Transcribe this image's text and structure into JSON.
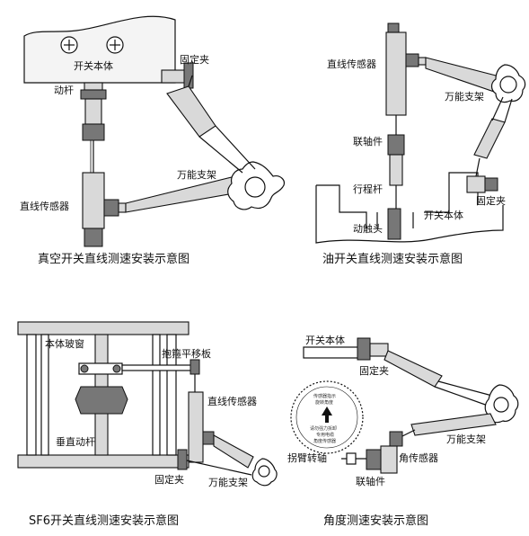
{
  "panels": {
    "vacuum": {
      "caption": "真空开关直线测速安装示意图",
      "labels": {
        "switch_body": "开关本体",
        "fixing_clamp": "固定夹",
        "moving_rod": "动杆",
        "universal_bracket": "万能支架",
        "linear_sensor": "直线传感器"
      }
    },
    "oil": {
      "caption": "油开关直线测速安装示意图",
      "labels": {
        "linear_sensor": "直线传感器",
        "universal_bracket": "万能支架",
        "coupling": "联轴件",
        "stroke_rod": "行程杆",
        "fixing_clamp": "固定夹",
        "switch_body": "开关本体",
        "moving_contact": "动触头"
      }
    },
    "sf6": {
      "caption": "SF6开关直线测速安装示意图",
      "labels": {
        "body_glass_window": "本体玻窗",
        "clamp_plate": "抱箍平移板",
        "linear_sensor": "直线传感器",
        "vertical_rod": "垂直动杆",
        "fixing_clamp": "固定夹",
        "universal_bracket": "万能支架"
      }
    },
    "angle": {
      "caption": "角度测速安装示意图",
      "labels": {
        "switch_body": "开关本体",
        "fixing_clamp": "固定夹",
        "universal_bracket": "万能支架",
        "crank_shaft": "拐臂转轴",
        "angle_sensor": "角传感器",
        "coupling": "联轴件"
      },
      "dial_text": [
        "传感器指示",
        "旋转角度",
        "请勿强力拆卸",
        "专用电缆",
        "角度传感器"
      ]
    }
  }
}
